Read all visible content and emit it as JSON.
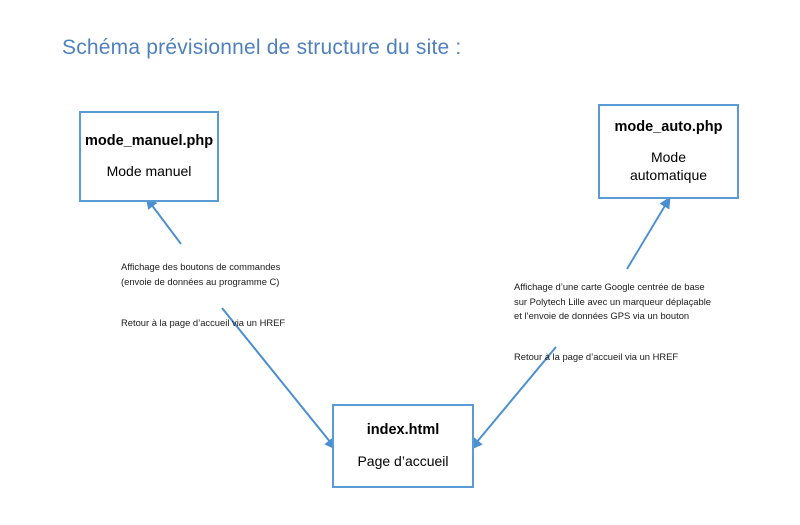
{
  "slide": {
    "title": "Schéma prévisionnel de structure du site :",
    "title_color": "#4f81bd",
    "background_color": "#ffffff",
    "accent_color": "#5b9bd5"
  },
  "nodes": [
    {
      "id": "mode_manuel",
      "title": "mode_manuel.php",
      "subtitle": "Mode manuel"
    },
    {
      "id": "mode_auto",
      "title": "mode_auto.php",
      "subtitle": "Mode automatique"
    },
    {
      "id": "index",
      "title": "index.html",
      "subtitle": "Page d’accueil"
    }
  ],
  "annotations": {
    "manuel": {
      "block1": "Affichage des boutons de commandes\n(envoie de données au programme C)",
      "block2": "Retour à la page d’accueil via un HREF"
    },
    "auto": {
      "block1": "Affichage d’une carte Google centrée de base\nsur Polytech Lille avec un marqueur déplaçable\net l’envoie de données GPS via un bouton",
      "block2": "Retour à la page d’accueil via un HREF"
    }
  },
  "arrows": [
    {
      "id": "index-to-mode-manuel",
      "from": "index.html",
      "to": "mode_manuel.php",
      "direction": "up-left"
    },
    {
      "id": "mode-manuel-to-index",
      "from": "mode_manuel.php",
      "to": "index.html",
      "direction": "down-right"
    },
    {
      "id": "index-to-mode-auto",
      "from": "index.html",
      "to": "mode_auto.php",
      "direction": "up-right"
    },
    {
      "id": "mode-auto-to-index",
      "from": "mode_auto.php",
      "to": "index.html",
      "direction": "down-left"
    }
  ]
}
